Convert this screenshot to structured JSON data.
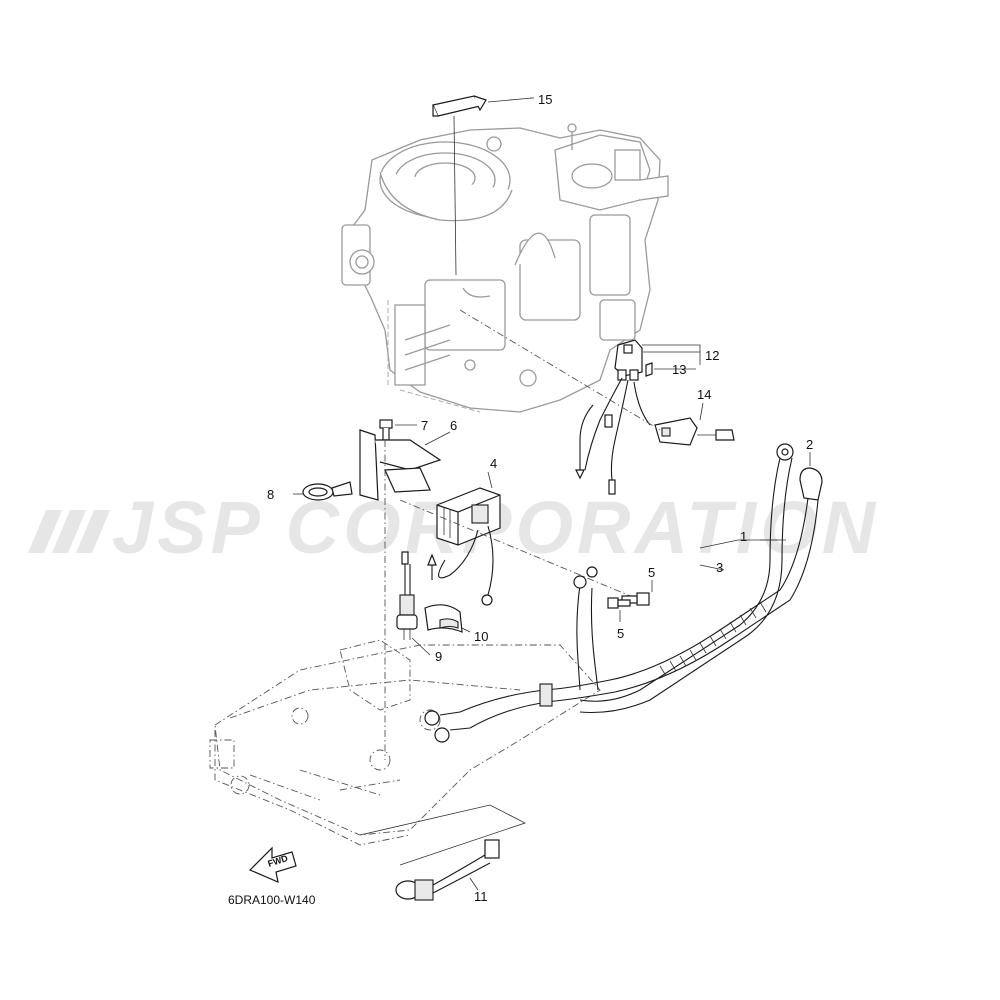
{
  "diagram": {
    "watermark": "JSP CORPORATION",
    "code": "6DRA100-W140",
    "direction_label": "FWD",
    "callouts": [
      {
        "id": "c1",
        "label": "1"
      },
      {
        "id": "c2",
        "label": "2"
      },
      {
        "id": "c3",
        "label": "3"
      },
      {
        "id": "c4",
        "label": "4"
      },
      {
        "id": "c5a",
        "label": "5"
      },
      {
        "id": "c5b",
        "label": "5"
      },
      {
        "id": "c6",
        "label": "6"
      },
      {
        "id": "c7",
        "label": "7"
      },
      {
        "id": "c8",
        "label": "8"
      },
      {
        "id": "c9",
        "label": "9"
      },
      {
        "id": "c10",
        "label": "10"
      },
      {
        "id": "c11",
        "label": "11"
      },
      {
        "id": "c12",
        "label": "12"
      },
      {
        "id": "c13",
        "label": "13"
      },
      {
        "id": "c14",
        "label": "14"
      },
      {
        "id": "c15",
        "label": "15"
      }
    ]
  }
}
